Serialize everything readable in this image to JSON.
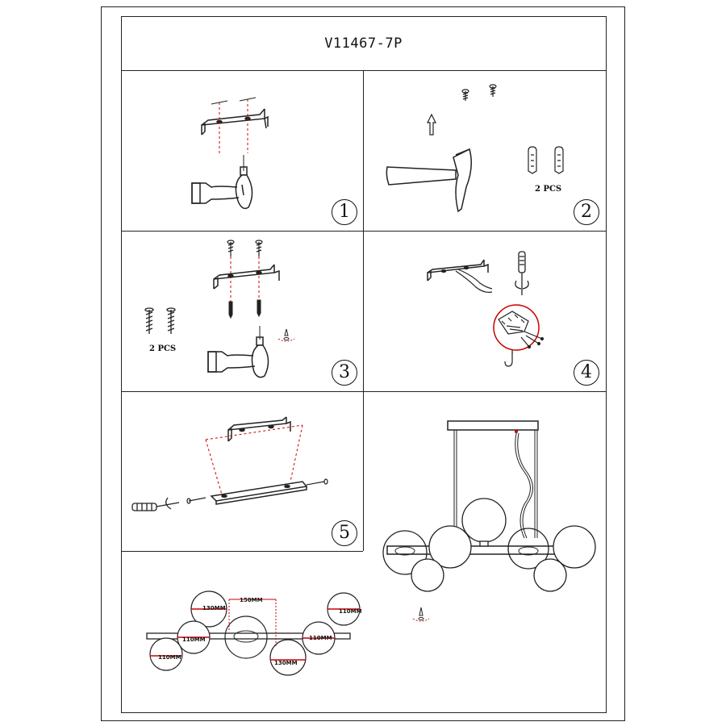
{
  "document": {
    "model_code": "V11467-7P"
  },
  "steps": [
    {
      "number": "1"
    },
    {
      "number": "2",
      "quantity_label": "2 PCS"
    },
    {
      "number": "3",
      "quantity_label": "2 PCS"
    },
    {
      "number": "4"
    },
    {
      "number": "5"
    }
  ],
  "dimensions": {
    "globe_top_left": "130MM",
    "spacing": "150MM",
    "globe_top_right": "110MM",
    "globe_mid_left": "110MM",
    "globe_mid_right": "110MM",
    "globe_bottom_left": "110MM",
    "globe_bottom_center": "130MM"
  },
  "colors": {
    "line": "#222222",
    "guide": "#cc0000"
  }
}
